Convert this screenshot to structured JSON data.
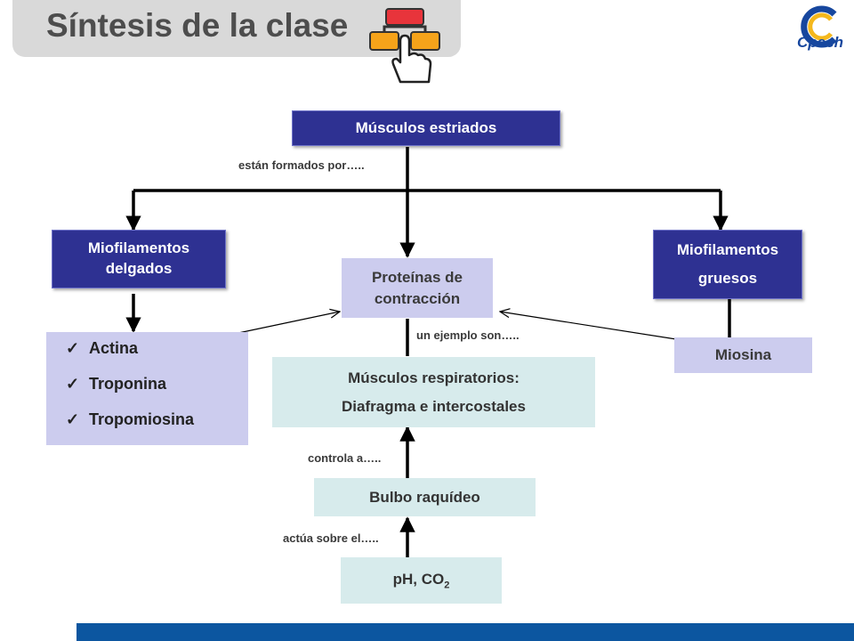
{
  "header": {
    "title": "Síntesis de la clase",
    "logo_text": "Cpech"
  },
  "diagram": {
    "root": "Músculos estriados",
    "root_edge_label": "están formados por…..",
    "thin_filaments": [
      "Miofilamentos",
      "delgados"
    ],
    "thick_filaments": [
      "Miofilamentos",
      "gruesos"
    ],
    "contraction_proteins": [
      "Proteínas de",
      "contracción"
    ],
    "thin_proteins": [
      {
        "check": "✓",
        "name": "Actina"
      },
      {
        "check": "✓",
        "name": "Troponina"
      },
      {
        "check": "✓",
        "name": "Tropomiosina"
      }
    ],
    "thick_protein": "Miosina",
    "example_label": "un ejemplo son…..",
    "respiratory_muscles": [
      "Músculos respiratorios:",
      "Diafragma e intercostales"
    ],
    "controls_label": "controla a…..",
    "medulla": "Bulbo raquídeo",
    "acts_label": "actúa sobre el…..",
    "stimulus": {
      "text": "pH, CO",
      "subscript": "2"
    }
  },
  "colors": {
    "primary_box": "#2e3192",
    "secondary_box": "#ccccee",
    "tertiary_box": "#d7ebec",
    "footer_bar": "#0c56a0"
  }
}
